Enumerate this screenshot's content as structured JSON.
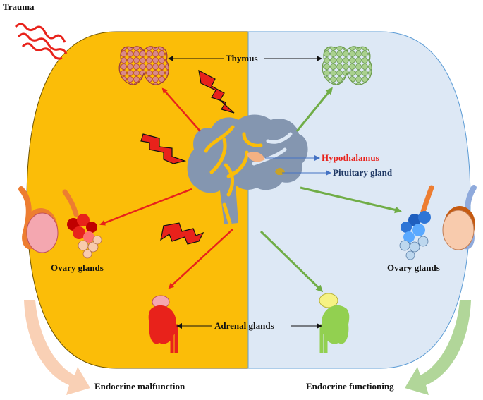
{
  "labels": {
    "trauma": "Trauma",
    "thymus": "Thymus",
    "hypothalamus": "Hypothalamus",
    "pituitary": "Pituitary gland",
    "ovary_left": "Ovary glands",
    "ovary_right": "Ovary glands",
    "adrenal": "Adrenal glands",
    "malfunction": "Endocrine malfunction",
    "functioning": "Endocrine functioning"
  },
  "colors": {
    "malfunction_panel": "#fbbd08",
    "functioning_panel": "#dde8f5",
    "malfunction_arrow": "#e8221b",
    "functioning_arrow": "#70ad47",
    "brain": "#8496b0",
    "hypothalamus_text": "#e8221b",
    "pituitary_text": "#1f3864"
  }
}
